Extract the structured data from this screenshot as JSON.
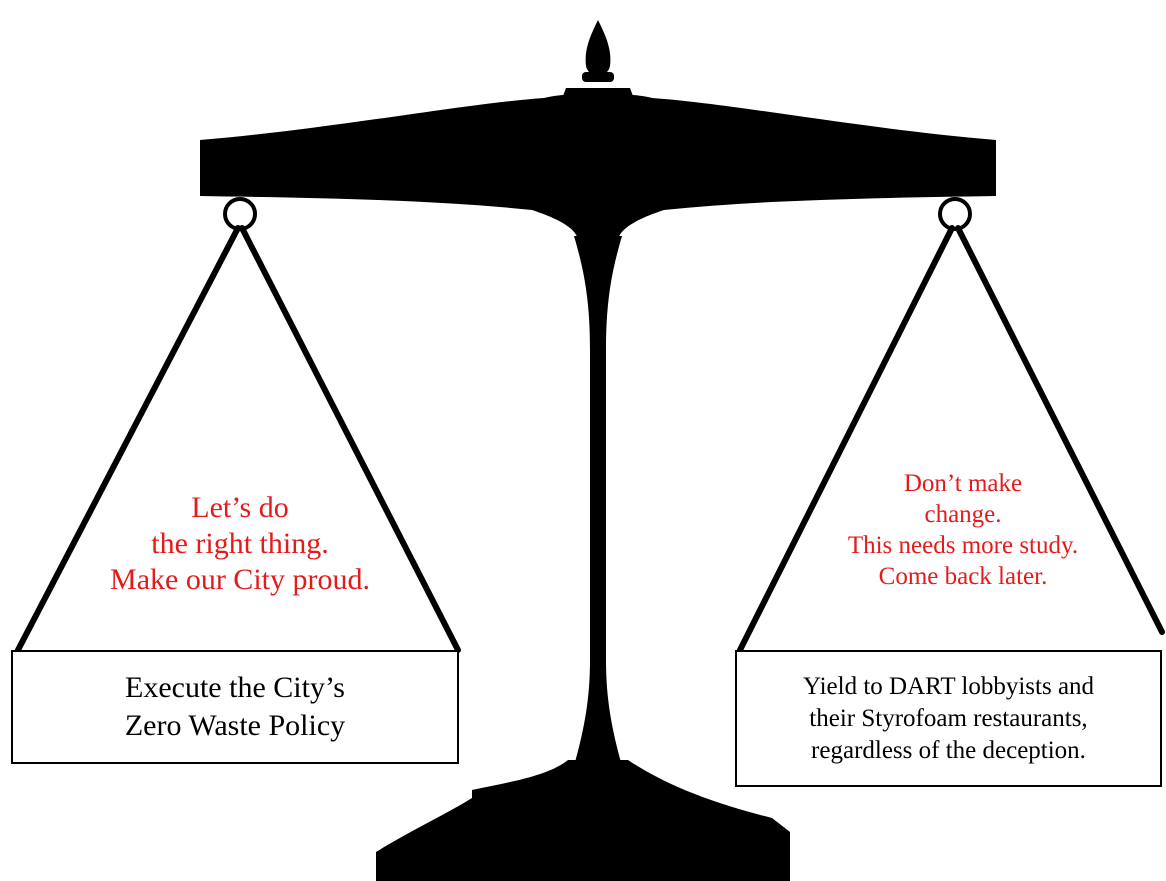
{
  "colors": {
    "silhouette": "#000000",
    "message_text": "#e41b1b",
    "box_text": "#000000",
    "background": "#ffffff"
  },
  "left_pan": {
    "message": "Let’s do\nthe right thing.\nMake our City proud.",
    "box_label": "Execute the City’s\nZero Waste Policy"
  },
  "right_pan": {
    "message": "Don’t make\nchange.\nThis needs more study.\nCome back later.",
    "box_label": "Yield to DART lobbyists and\ntheir Styrofoam restaurants,\nregardless of the deception."
  }
}
